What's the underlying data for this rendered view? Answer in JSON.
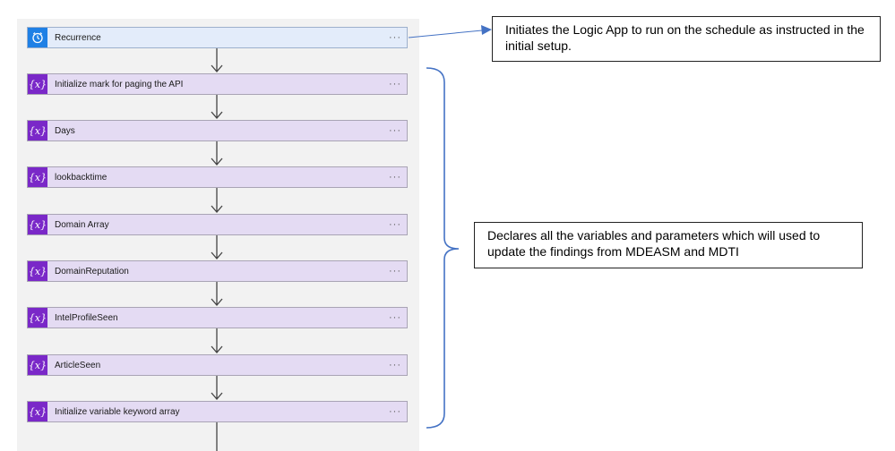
{
  "flow": {
    "trigger": {
      "label": "Recurrence",
      "icon": "clock-icon",
      "more": "···"
    },
    "steps": [
      {
        "label": "Initialize mark for paging the API",
        "icon": "variable-icon",
        "more": "···"
      },
      {
        "label": "Days",
        "icon": "variable-icon",
        "more": "···"
      },
      {
        "label": "lookbacktime",
        "icon": "variable-icon",
        "more": "···"
      },
      {
        "label": "Domain Array",
        "icon": "variable-icon",
        "more": "···"
      },
      {
        "label": "DomainReputation",
        "icon": "variable-icon",
        "more": "···"
      },
      {
        "label": "IntelProfileSeen",
        "icon": "variable-icon",
        "more": "···"
      },
      {
        "label": "ArticleSeen",
        "icon": "variable-icon",
        "more": "···"
      },
      {
        "label": "Initialize variable keyword array",
        "icon": "variable-icon",
        "more": "···"
      }
    ],
    "variable_glyph": "{x}"
  },
  "annotations": {
    "trigger_note": "Initiates the Logic App to run on the schedule as instructed in the initial setup.",
    "variables_note": "Declares all the variables and parameters which will used to update the findings from MDEASM and MDTI"
  },
  "colors": {
    "trigger_accent": "#1f80e5",
    "variable_accent": "#7a28c8",
    "pointer_line": "#4472c4"
  }
}
